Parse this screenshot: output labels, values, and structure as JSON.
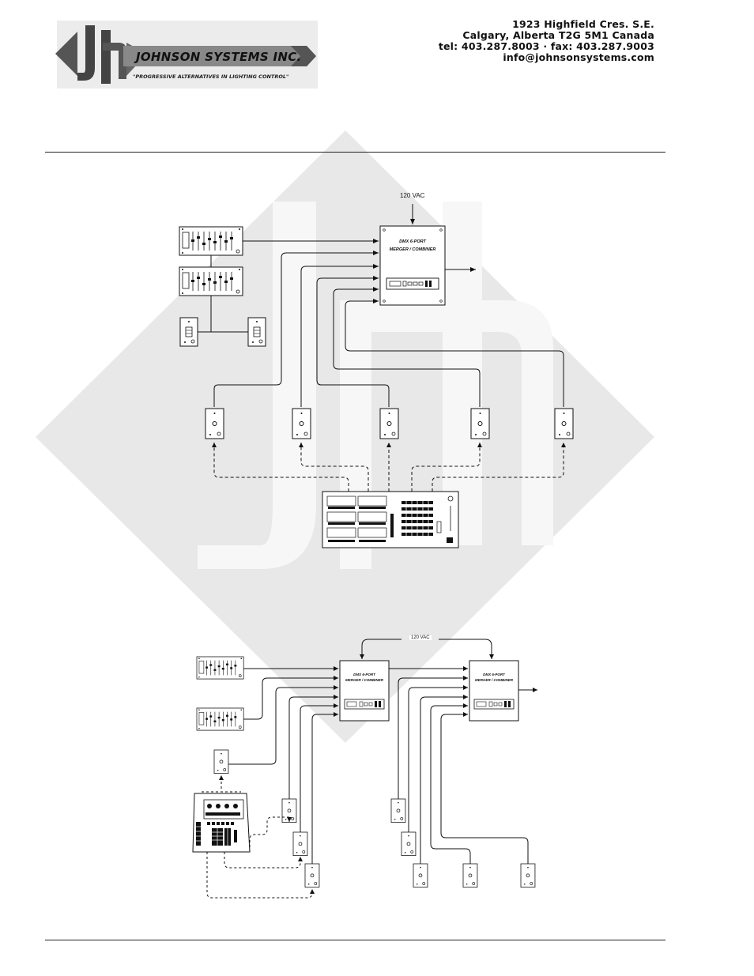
{
  "header": {
    "company_name": "JOHNSON SYSTEMS INC.",
    "tagline": "\"PROGRESSIVE ALTERNATIVES IN LIGHTING CONTROL\"",
    "address_line1": "1923 Highfield Cres. S.E.",
    "address_line2": "Calgary, Alberta  T2G 5M1 Canada",
    "phone_line": "tel: 403.287.8003 · fax: 403.287.9003",
    "email": "info@johnsonsystems.com"
  },
  "diagram1": {
    "power_label": "120 VAC",
    "merger_title": "DMX 6-PORT",
    "merger_subtitle": "MERGER / COMBINER"
  },
  "diagram2": {
    "power_label": "120 VAC",
    "merger1_title": "DMX 6-PORT",
    "merger1_subtitle": "MERGER / COMBINER",
    "merger2_title": "DMX 6-PORT",
    "merger2_subtitle": "MERGER / COMBINER"
  },
  "colors": {
    "watermark": "#e9e9e9",
    "line": "#111111",
    "logo_gray": "#777777"
  }
}
